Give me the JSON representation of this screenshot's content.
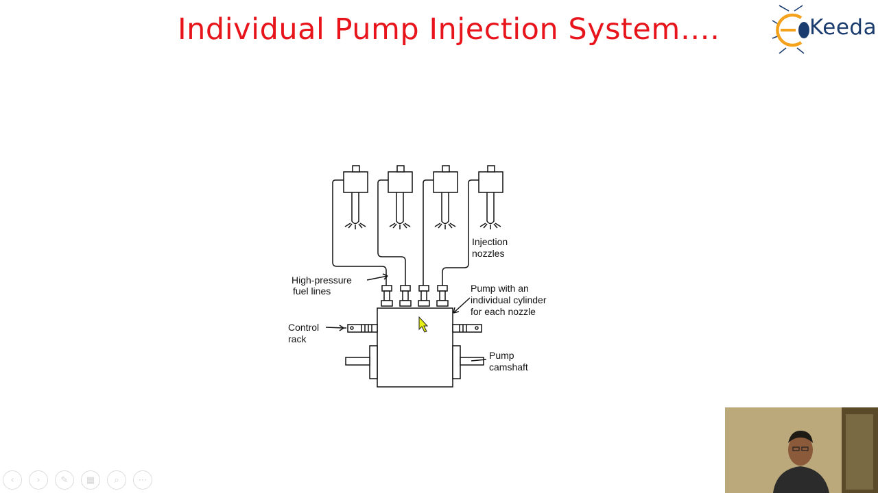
{
  "slide": {
    "title": "Individual Pump Injection System…."
  },
  "logo": {
    "text": "Keeda",
    "letter": "E",
    "colors": {
      "orange": "#f4a21b",
      "navy": "#1b3c6e"
    }
  },
  "diagram": {
    "labels": {
      "injection_nozzles": [
        "Injection",
        "nozzles"
      ],
      "high_pressure": [
        "High-pressure",
        "fuel lines"
      ],
      "pump_cylinder": [
        "Pump with an",
        "individual cylinder",
        "for each nozzle"
      ],
      "control_rack": [
        "Control",
        "rack"
      ],
      "pump_camshaft": [
        "Pump",
        "camshaft"
      ]
    }
  },
  "controls": {
    "icons": [
      "prev-icon",
      "next-icon",
      "pen-icon",
      "slides-icon",
      "zoom-icon",
      "more-icon"
    ],
    "glyphs": [
      "‹",
      "›",
      "✎",
      "▦",
      "⌕",
      "⋯"
    ]
  },
  "colors": {
    "title": "#e8141b",
    "cursor": "#e6ef16"
  }
}
